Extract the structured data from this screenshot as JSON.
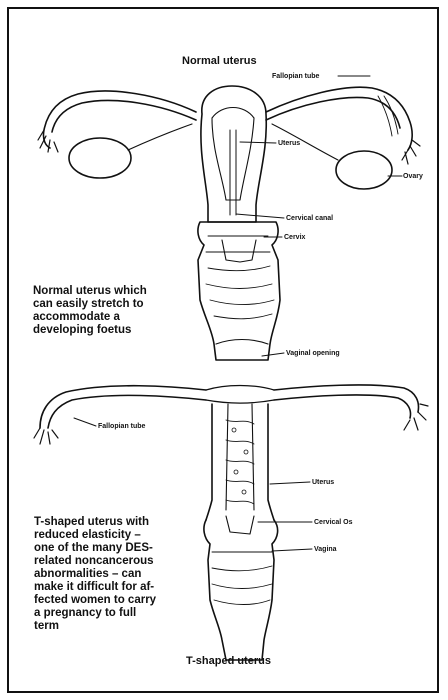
{
  "top_diagram": {
    "title": "Normal uterus",
    "labels": {
      "fallopian_tube": "Fallopian tube",
      "uterus": "Uterus",
      "ovary": "Ovary",
      "cervical_canal": "Cervical canal",
      "cervix": "Cervix",
      "vaginal_opening": "Vaginal opening"
    },
    "caption_lines": [
      "Normal uterus which",
      "can easily stretch to",
      "accommodate a",
      "developing foetus"
    ]
  },
  "bottom_diagram": {
    "title": "T-shaped uterus",
    "labels": {
      "fallopian_tube": "Fallopian tube",
      "uterus": "Uterus",
      "cervical_os": "Cervical Os",
      "vagina": "Vagina"
    },
    "caption_lines": [
      "T-shaped uterus with",
      "reduced elasticity –",
      "one of the many DES-",
      "related noncancerous",
      "abnormalities – can",
      "make it difficult for af-",
      "fected women to carry",
      "a pregnancy to full",
      "term"
    ]
  }
}
